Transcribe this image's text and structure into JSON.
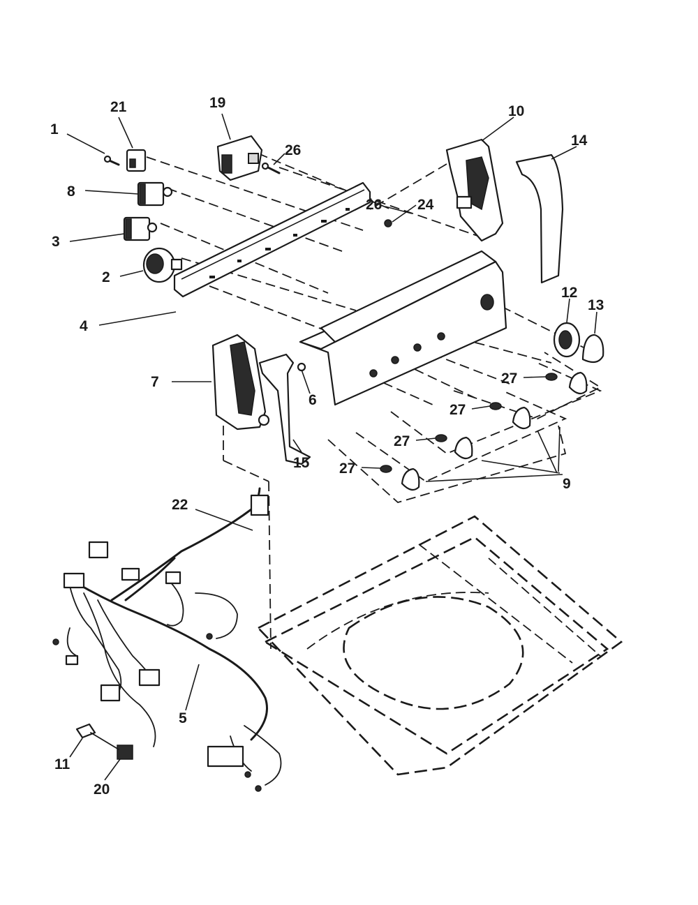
{
  "diagram": {
    "callouts": [
      "1",
      "2",
      "3",
      "4",
      "5",
      "6",
      "7",
      "8",
      "9",
      "10",
      "11",
      "12",
      "13",
      "14",
      "15",
      "19",
      "20",
      "21",
      "22",
      "24",
      "26",
      "26",
      "27",
      "27",
      "27",
      "27"
    ]
  },
  "colors": {
    "ink": "#1a1a1a",
    "paper": "#ffffff"
  }
}
